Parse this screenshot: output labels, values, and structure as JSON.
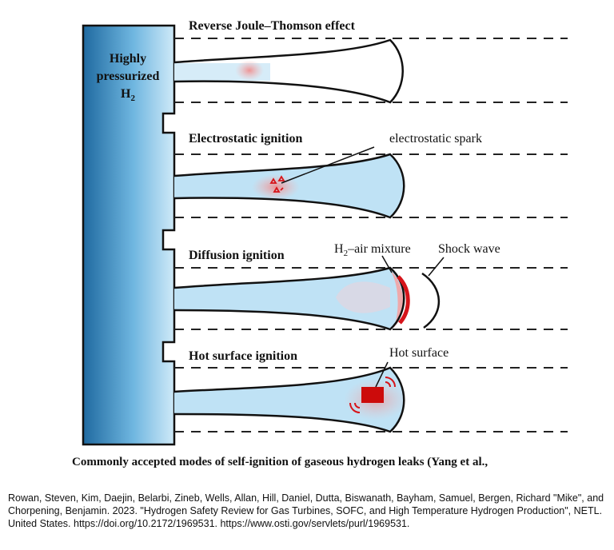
{
  "diagram": {
    "tank_label_lines": [
      "Highly",
      "pressurized"
    ],
    "tank_label_h2_base": "H",
    "tank_label_h2_sub": "2",
    "modes": [
      {
        "title": "Reverse Joule–Thomson effect"
      },
      {
        "title": "Electrostatic ignition",
        "annotation": "electrostatic spark"
      },
      {
        "title": "Diffusion ignition",
        "annotation_base": "H",
        "annotation_sub": "2",
        "annotation_rest": "–air mixture",
        "annotation2": "Shock wave"
      },
      {
        "title": "Hot surface ignition",
        "annotation": "Hot surface"
      }
    ],
    "colors": {
      "tank_dark": "#2a78ae",
      "tank_light": "#c8e7f7",
      "jet_fill": "#bfe2f5",
      "ignition_red": "#d6141a",
      "glow_red": "#f6a0a0"
    }
  },
  "caption": "Commonly accepted modes of self-ignition of gaseous hydrogen leaks (Yang et al.,",
  "citation": "Rowan, Steven, Kim, Daejin, Belarbi, Zineb, Wells, Allan, Hill, Daniel, Dutta, Biswanath, Bayham, Samuel, Bergen, Richard \"Mike\", and Chorpening, Benjamin. 2023. \"Hydrogen Safety Review for Gas Turbines, SOFC, and High Temperature Hydrogen Production\", NETL.  United States. https://doi.org/10.2172/1969531. https://www.osti.gov/servlets/purl/1969531."
}
